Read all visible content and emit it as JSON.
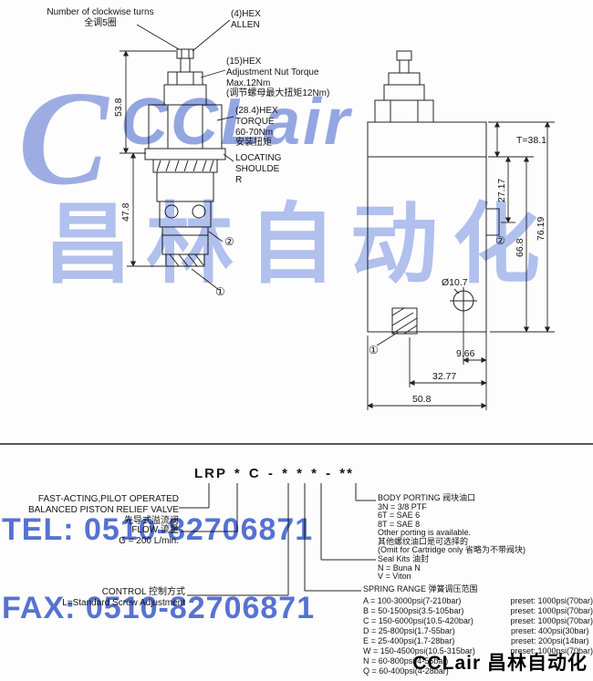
{
  "watermark": {
    "color_hex": "#3e5fcd",
    "logo_mark": "C",
    "logo_text": "CCLair",
    "cn_text": "昌林自动化",
    "tel": "TEL: 0510-82706871",
    "fax": "FAX: 0510-82706871",
    "footer": "CCLair 昌林自动化"
  },
  "left_drawing": {
    "turns_note_en": "Number of clockwise turns",
    "turns_note_cn": "全调5圈",
    "hex4_l1": "(4)HEX",
    "hex4_l2": "ALLEN",
    "hex15_l1": "(15)HEX",
    "hex15_l2": "Adjustment Nut Torque",
    "hex15_l3": "Max.12Nm",
    "hex15_l4": "(调节螺母最大扭矩12Nm)",
    "hex28_l1": "(28.4)HEX",
    "hex28_l2": "TORQUE",
    "hex28_l3": "60-70Nm",
    "hex28_l4": "安装扭矩",
    "locating_l1": "LOCATING",
    "locating_l2": "SHOULDE",
    "locating_l3": "R",
    "dim_upper": "53.8",
    "dim_lower": "47.8",
    "port1": "①",
    "port2": "②"
  },
  "right_drawing": {
    "dim_t": "T=38.1",
    "dim_27": "27.17",
    "dim_66": "66.8",
    "dim_76": "76.19",
    "dim_dia": "Ø10.7",
    "dim_9": "9.66",
    "dim_32": "32.77",
    "dim_50": "50.8",
    "port1": "①",
    "port2": "②"
  },
  "ordering": {
    "model_code": "LRP * C - * * * - **",
    "valve_l1": "FAST-ACTING,PILOT OPERATED",
    "valve_l2": "BALANCED PISTON RELIEF VALVE",
    "valve_l3": "先导式溢流阀",
    "flow_l1": "FLOW 流量",
    "flow_l2": "G = 200 L/min.",
    "control_l1": "CONTROL 控制方式",
    "control_l2": "L=Standard Screw Adjustment",
    "body_porting": {
      "title": "BODY PORTING 阀块油口",
      "items": [
        "3N = 3/8 PTF",
        "6T = SAE 6",
        "8T = SAE 8",
        "Other porting is available.",
        "其他螺纹油口是可选择的",
        "(Omit for Cartridge only 省略为不带阀块)"
      ]
    },
    "seal_kits": {
      "title": "Seal Kits 油封",
      "items": [
        "N = Buna N",
        "V = Viton"
      ]
    },
    "spring_range": {
      "title": "SPRING RANGE 弹簧调压范围",
      "rows": [
        {
          "code": "A = 100-3000psi(7-210bar)",
          "preset": "preset: 1000psi(70bar)"
        },
        {
          "code": "B = 50-1500psi(3.5-105bar)",
          "preset": "preset: 1000psi(70bar)"
        },
        {
          "code": "C = 150-6000psi(10.5-420bar)",
          "preset": "preset: 1000psi(70bar)"
        },
        {
          "code": "D = 25-800psi(1.7-55bar)",
          "preset": "preset: 400psi(30bar)"
        },
        {
          "code": "E = 25-400psi(1.7-28bar)",
          "preset": "preset: 200psi(14bar)"
        },
        {
          "code": "W = 150-4500psi(10.5-315bar)",
          "preset": "preset: 1000psi(70bar)"
        },
        {
          "code": "N = 60-800psi(4-55bar)",
          "preset": ""
        },
        {
          "code": "Q = 60-400psi(4-28bar)",
          "preset": ""
        }
      ]
    }
  }
}
